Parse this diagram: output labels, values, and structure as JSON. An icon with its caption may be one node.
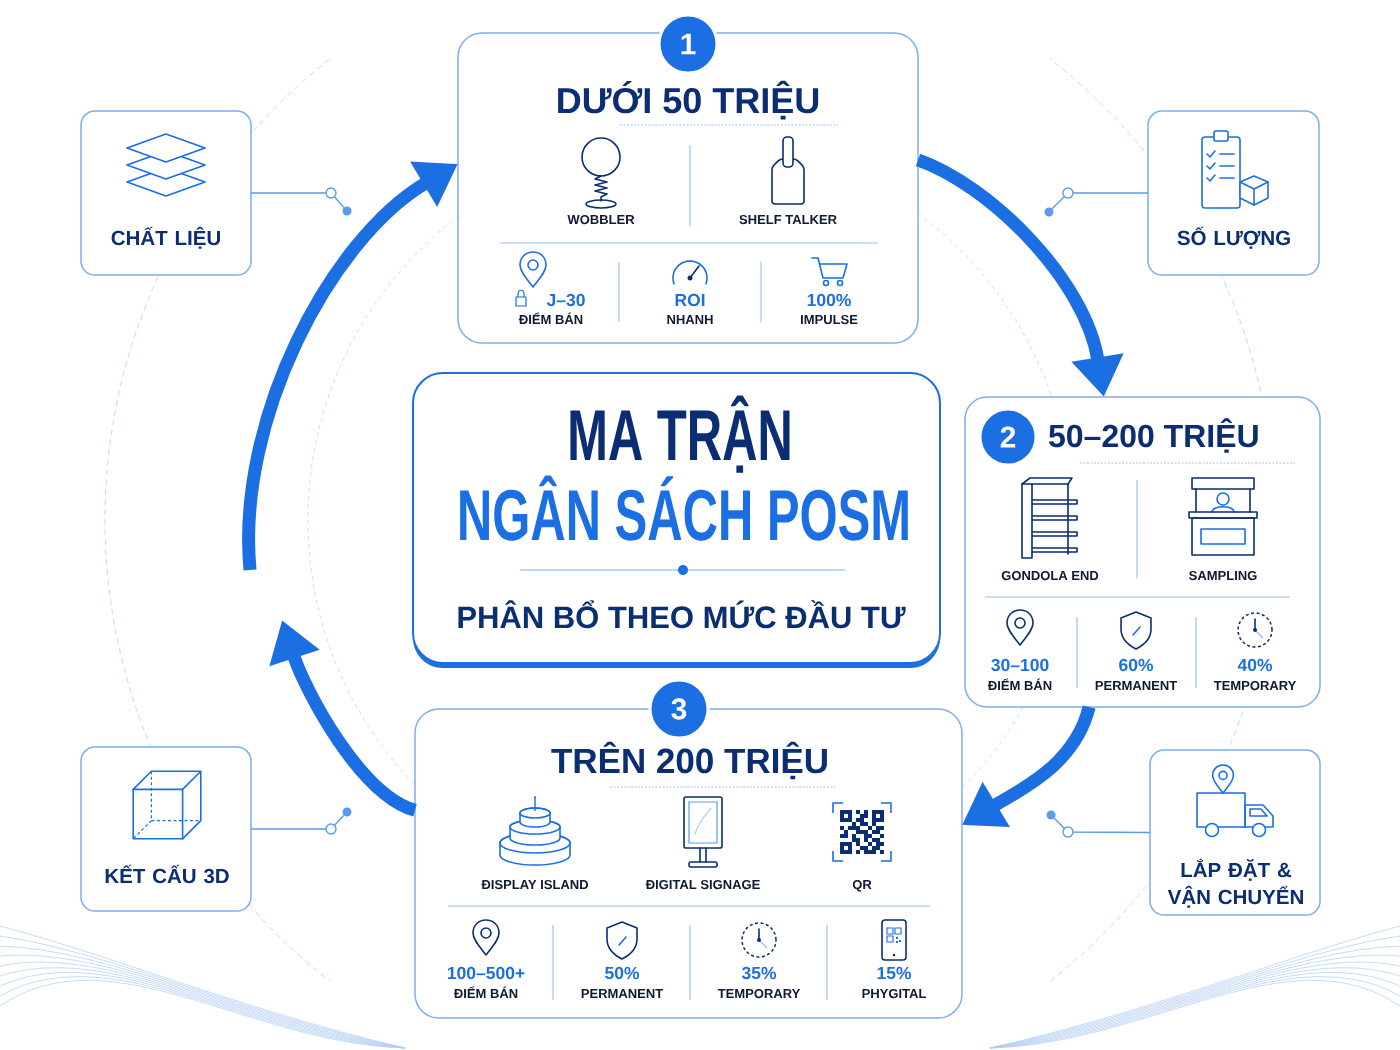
{
  "diagram": {
    "nodes": [
      {
        "text": [
          "1"
        ]
      },
      {
        "text": [
          "DƯỚI 50 TRIỆU",
          "WOBBLER",
          "SHELF TALKER",
          "J–30",
          "ĐIỂM BÁN",
          "ROI",
          "NHANH",
          "100%",
          "IMPULSE"
        ]
      },
      {
        "text": [
          "CHẤT LIỆU"
        ]
      },
      {
        "text": [],
        "shape": "circle"
      },
      {
        "text": [
          "SỐ LƯỢNG"
        ]
      },
      {
        "text": [],
        "shape": "circle"
      },
      {
        "text": [
          "MA TRẬN",
          "NGÂN SÁCH POSM",
          "PHÂN BỔ THEO MỨC ĐẦU TƯ"
        ]
      },
      {
        "text": [
          "50–200 TRIỆU",
          "GONDOLA END",
          "SAMPLING",
          "30–100",
          "ĐIỂM BÁN",
          "60%",
          "PERMANENT",
          "40%",
          "TEMPORARY"
        ]
      },
      {
        "text": [
          "2"
        ],
        "in": 7
      },
      {
        "text": [
          "3"
        ]
      },
      {
        "text": [
          "TRÊN 200 TRIỆU",
          "ĐISPLAY ISLAND",
          "ĐIGITAL SIGNAGE",
          "QR",
          "100–500+",
          "ĐIỂM BÁN",
          "50%",
          "PERMANENT",
          "35%",
          "TEMPORARY",
          "15%",
          "PHYGITAL"
        ]
      },
      {
        "text": [
          "KẾT CẤU 3D"
        ]
      },
      {
        "text": [],
        "shape": "circle"
      },
      {
        "text": [
          "LẮP ĐẶT & VẬN CHUYỂN"
        ]
      },
      {
        "text": [],
        "shape": "circle"
      }
    ],
    "edges": [
      {
        "from": 1,
        "to": 7,
        "arrow": "to",
        "style": "thick"
      },
      {
        "from": 7,
        "to": 10,
        "arrow": "to",
        "style": "thick"
      },
      {
        "from": 10,
        "to": null,
        "arrow": "to",
        "style": "thick"
      },
      {
        "from": null,
        "to": 1,
        "arrow": "to",
        "style": "thick"
      },
      {
        "from": 2,
        "to": 3,
        "arrow": "none",
        "color": "#5b9bea"
      },
      {
        "from": 4,
        "to": 5,
        "arrow": "none",
        "color": "#5b9bea"
      },
      {
        "from": 11,
        "to": 12,
        "arrow": "none",
        "color": "#5b9bea"
      },
      {
        "from": 13,
        "to": 14,
        "arrow": "none",
        "color": "#5b9bea"
      }
    ]
  }
}
